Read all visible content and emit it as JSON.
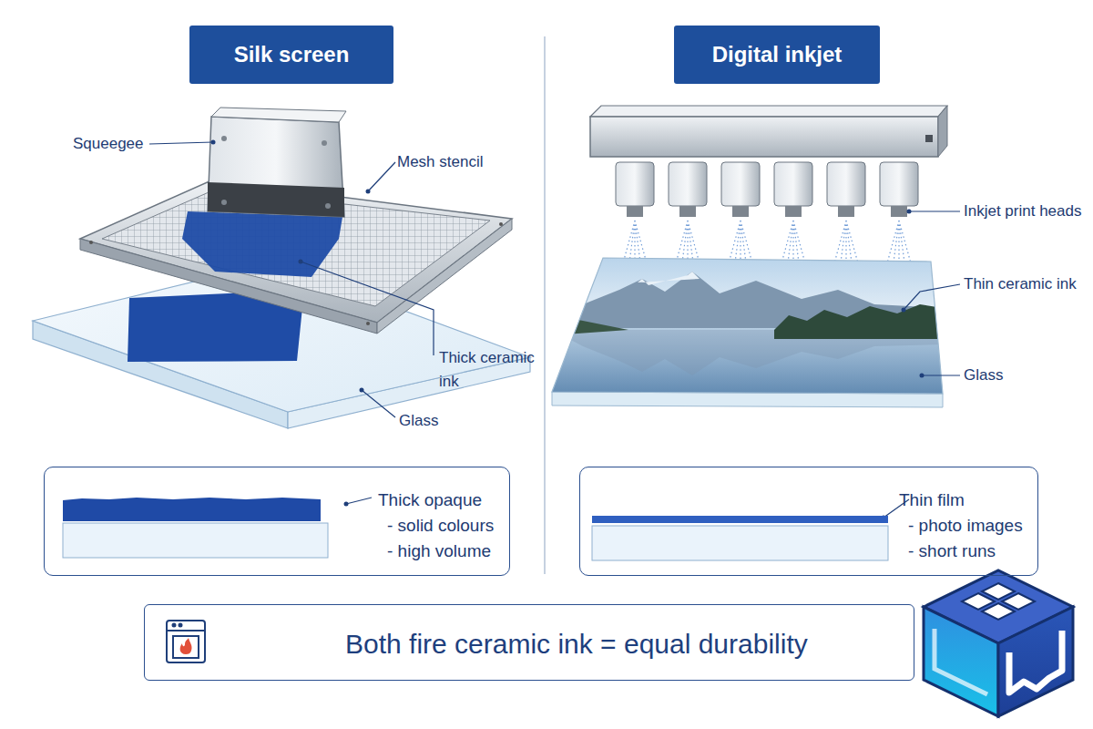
{
  "diagram": {
    "nodes": [
      {
        "text": [
          "Silk screen"
        ]
      },
      {
        "text": [
          "Digital inkjet"
        ]
      },
      {
        "text": [
          "Thick opaque",
          "- solid colours",
          "- high volume"
        ]
      },
      {
        "text": [
          "Thin film",
          "- photo images",
          "- short runs"
        ]
      },
      {
        "text": [
          "Both fire ceramic ink = equal durability"
        ]
      }
    ],
    "labels": [
      "Squeegee",
      "Mesh stencil",
      "Thick ceramic ink",
      "Glass",
      "Inkjet print heads",
      "Thin ceramic ink",
      "Glass"
    ]
  }
}
